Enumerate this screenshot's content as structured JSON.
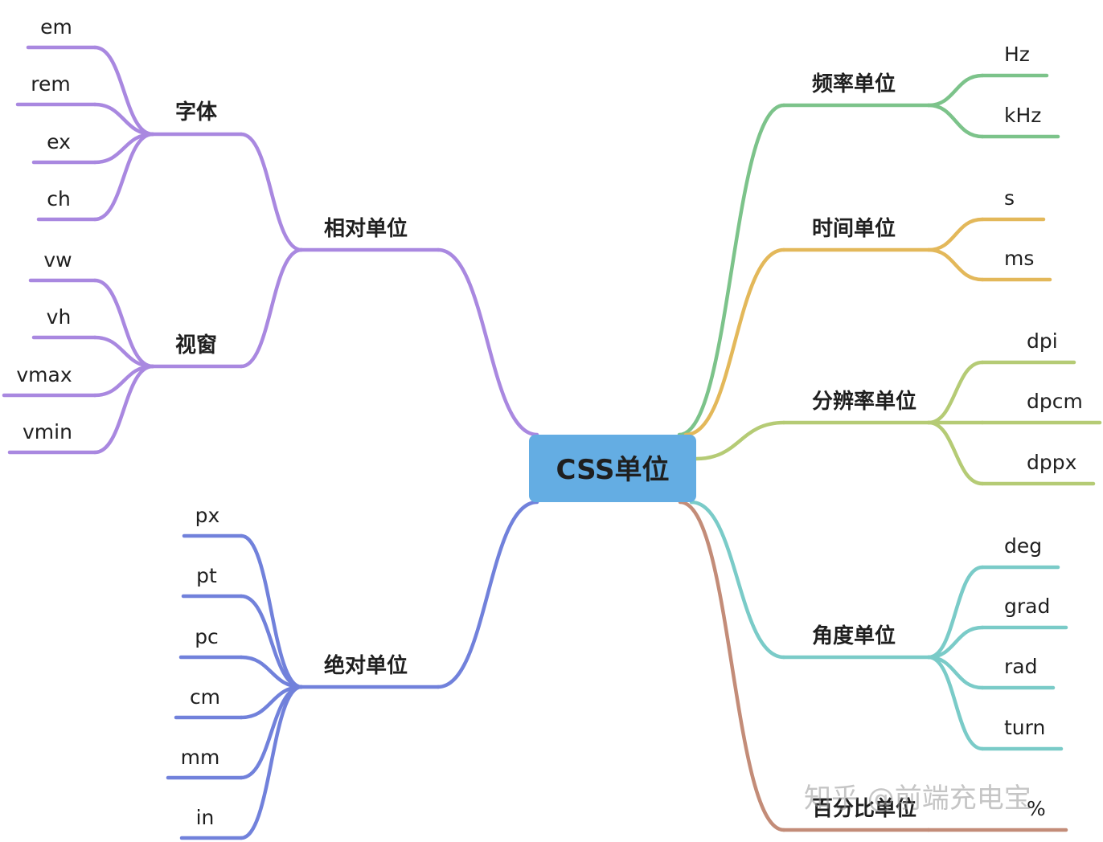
{
  "central": {
    "label": "CSS单位",
    "color": "#64ade3"
  },
  "branches": [
    {
      "id": "relative",
      "label": "相对单位",
      "color": "#a988e0",
      "children": [
        {
          "id": "font",
          "label": "字体",
          "children": [
            "em",
            "rem",
            "ex",
            "ch"
          ]
        },
        {
          "id": "viewport",
          "label": "视窗",
          "children": [
            "vw",
            "vh",
            "vmax",
            "vmin"
          ]
        }
      ]
    },
    {
      "id": "absolute",
      "label": "绝对单位",
      "color": "#7181db",
      "children": [
        "px",
        "pt",
        "pc",
        "cm",
        "mm",
        "in"
      ]
    },
    {
      "id": "frequency",
      "label": "频率单位",
      "color": "#7cc38a",
      "children": [
        "Hz",
        "kHz"
      ]
    },
    {
      "id": "time",
      "label": "时间单位",
      "color": "#e3b85a",
      "children": [
        "s",
        "ms"
      ]
    },
    {
      "id": "resolution",
      "label": "分辨率单位",
      "color": "#b5cb75",
      "children": [
        "dpi",
        "dpcm",
        "dppx"
      ]
    },
    {
      "id": "angle",
      "label": "角度单位",
      "color": "#7acbc8",
      "children": [
        "deg",
        "grad",
        "rad",
        "turn"
      ]
    },
    {
      "id": "percent",
      "label": "百分比单位",
      "color": "#c38c78",
      "children": [
        "%"
      ]
    }
  ],
  "watermark": "知乎 @前端充电宝"
}
